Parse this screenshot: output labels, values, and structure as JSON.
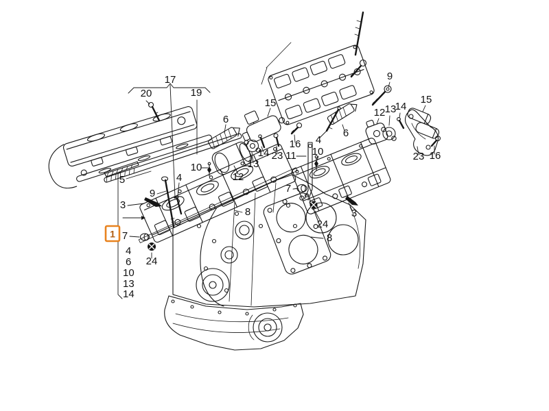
{
  "diagram": {
    "kind": "exploded-parts-diagram",
    "subject": "engine cylinder head and block",
    "colors": {
      "background": "#ffffff",
      "line": "#161616",
      "highlight_border": "#e8821e",
      "highlight_fill": "#ffffff",
      "highlight_text": "#b05c10"
    },
    "highlight": {
      "label": "1"
    },
    "callouts": [
      {
        "id": "17",
        "text": "17"
      },
      {
        "id": "20",
        "text": "20"
      },
      {
        "id": "19",
        "text": "19"
      },
      {
        "id": "5-left",
        "text": "5"
      },
      {
        "id": "9-left",
        "text": "9"
      },
      {
        "id": "4-left",
        "text": "4"
      },
      {
        "id": "3-left",
        "text": "3"
      },
      {
        "id": "10-left",
        "text": "10"
      },
      {
        "id": "6-left",
        "text": "6"
      },
      {
        "id": "15-left",
        "text": "15"
      },
      {
        "id": "13-left",
        "text": "13"
      },
      {
        "id": "14-left",
        "text": "14"
      },
      {
        "id": "23-left",
        "text": "23"
      },
      {
        "id": "12-left",
        "text": "12"
      },
      {
        "id": "16-left",
        "text": "16"
      },
      {
        "id": "8-left",
        "text": "8"
      },
      {
        "id": "7-left",
        "text": "7"
      },
      {
        "id": "sub-4",
        "text": "4"
      },
      {
        "id": "sub-6",
        "text": "6"
      },
      {
        "id": "sub-10",
        "text": "10"
      },
      {
        "id": "sub-13",
        "text": "13"
      },
      {
        "id": "sub-14",
        "text": "14"
      },
      {
        "id": "24-left",
        "text": "24"
      },
      {
        "id": "9-right",
        "text": "9"
      },
      {
        "id": "12-right",
        "text": "12"
      },
      {
        "id": "13-right",
        "text": "13"
      },
      {
        "id": "14-right",
        "text": "14"
      },
      {
        "id": "15-right",
        "text": "15"
      },
      {
        "id": "23-right",
        "text": "23"
      },
      {
        "id": "16-right",
        "text": "16"
      },
      {
        "id": "4-right",
        "text": "4"
      },
      {
        "id": "6-right",
        "text": "6"
      },
      {
        "id": "10-right",
        "text": "10"
      },
      {
        "id": "11-right",
        "text": "11"
      },
      {
        "id": "7-right",
        "text": "7"
      },
      {
        "id": "3-right",
        "text": "3"
      },
      {
        "id": "24-right",
        "text": "24"
      },
      {
        "id": "8-right",
        "text": "8"
      }
    ]
  }
}
